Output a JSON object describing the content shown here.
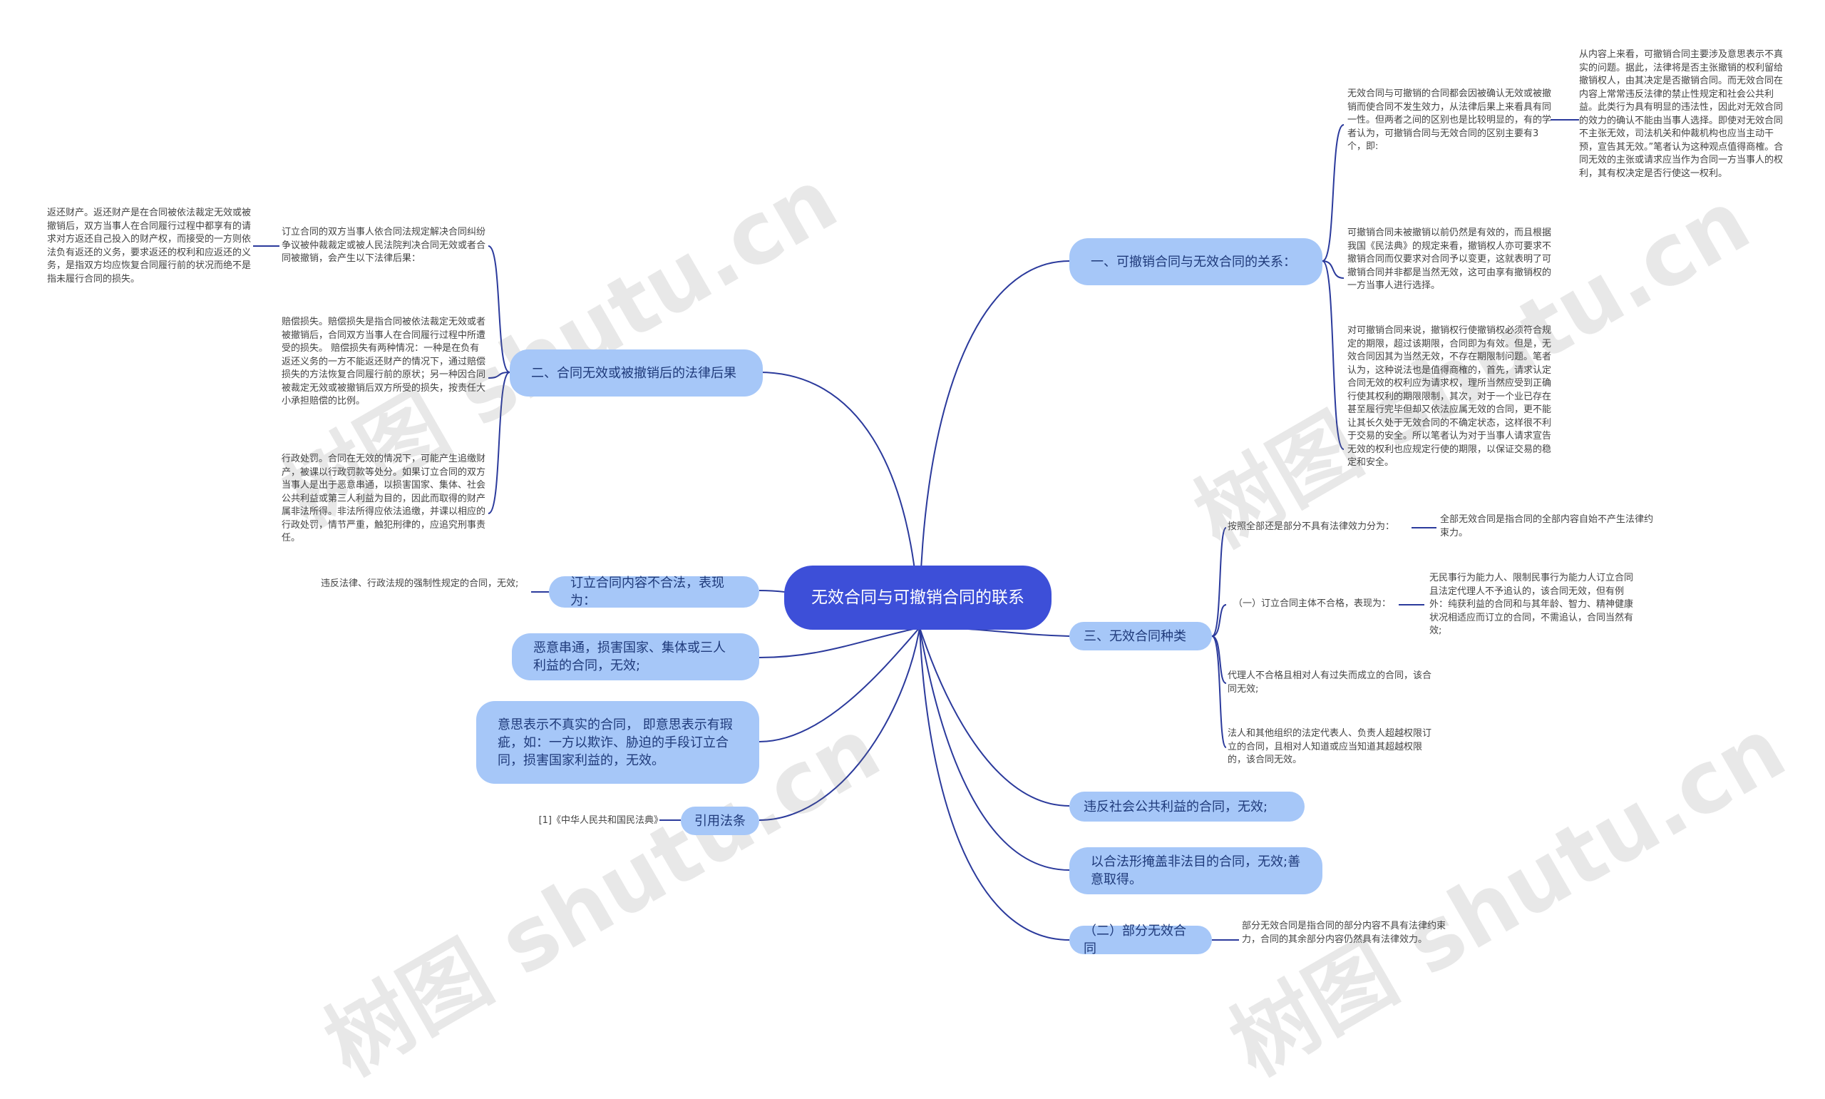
{
  "colors": {
    "root_fill": "#3d4fd8",
    "branch_fill": "#a6c7f8",
    "branch_text": "#1f3a7a",
    "connector": "#2b3a9c"
  },
  "root": {
    "label": "无效合同与可撤销合同的联系"
  },
  "branches": {
    "b1": {
      "label": "一、可撤销合同与无效合同的关系：",
      "leaves": [
        "无效合同与可撤销的合同都会因被确认无效或被撤销而使合同不发生效力，从法律后果上来看具有同一性。但两者之间的区别也是比较明显的，有的学者认为，可撤销合同与无效合同的区别主要有3个，即:",
        "可撤销合同未被撤销以前仍然是有效的，而且根据我国《民法典》的规定来看，撤销权人亦可要求不撤销合同而仅要求对合同予以变更，这就表明了可撤销合同并非都是当然无效，这可由享有撤销权的一方当事人进行选择。",
        "对可撤销合同来说，撤销权行使撤销权必须符合规定的期限，超过该期限，合同即为有效。但是，无效合同因其为当然无效，不存在期限制问题。笔者认为，这种说法也是值得商榷的，首先，请求认定合同无效的权利应为请求权，理所当然应受到正确行使其权利的期限限制，其次，对于一个业已存在甚至履行完毕但却又依法应属无效的合同，更不能让其长久处于无效合同的不确定状态，这样很不利于交易的安全。所以笔者认为对于当事人请求宣告无效的权利也应规定行使的期限，以保证交易的稳定和安全。"
      ],
      "sub_leaf": "从内容上来看，可撤销合同主要涉及意思表示不真实的问题。据此，法律将是否主张撤销的权利留给撤销权人，由其决定是否撤销合同。而无效合同在内容上常常违反法律的禁止性规定和社会公共利益。此类行为具有明显的违法性，因此对无效合同的效力的确认不能由当事人选择。即使对无效合同不主张无效，司法机关和仲裁机构也应当主动干预，宣告其无效。”笔者认为这种观点值得商榷。合同无效的主张或请求应当作为合同一方当事人的权利，其有权决定是否行使这一权利。"
    },
    "b2": {
      "label": "二、合同无效或被撤销后的法律后果",
      "leaves": [
        "订立合同的双方当事人依合同法规定解决合同纠纷争议被仲裁裁定或被人民法院判决合同无效或者合同被撤销，会产生以下法律后果：",
        "赔偿损失。赔偿损失是指合同被依法裁定无效或者被撤销后，合同双方当事人在合同履行过程中所遭受的损失。 赔偿损失有两种情况：一种是在负有返还义务的一方不能返还财产的情况下，通过赔偿损失的方法恢复合同履行前的原状；另一种因合同被裁定无效或被撤销后双方所受的损失，按责任大小承担赔偿的比例。",
        "行政处罚。合同在无效的情况下，可能产生追缴财产，被课以行政罚款等处分。如果订立合同的双方当事人是出于恶意串通，以损害国家、集体、社会公共利益或第三人利益为目的，因此而取得的财产属非法所得。非法所得应依法追缴，并课以相应的行政处罚，情节严重，触犯刑律的，应追究刑事责任。"
      ],
      "sub_leaf": "返还财产。返还财产是在合同被依法裁定无效或被撤销后，双方当事人在合同履行过程中都享有的请求对方返还自己投入的财产权，而接受的一方则依法负有返还的义务，要求返还的权利和应返还的义务，是指双方均应恢复合同履行前的状况而绝不是指未履行合同的损失。"
    },
    "b_illegal": {
      "label": "订立合同内容不合法，表现为：",
      "leaf": "违反法律、行政法规的强制性规定的合同，无效;"
    },
    "b_collusion": {
      "label": "恶意串通，损害国家、集体或三人利益的合同，无效;"
    },
    "b_intent": {
      "label": "意思表示不真实的合同， 即意思表示有瑕疵，如：一方以欺诈、胁迫的手段订立合同，损害国家利益的，无效。"
    },
    "b_law": {
      "label": "引用法条",
      "leaf": "[1]《中华人民共和国民法典》"
    },
    "b3": {
      "label": "三、无效合同种类",
      "sub1": {
        "label": "按照全部还是部分不具有法律效力分为：",
        "leaf": "全部无效合同是指合同的全部内容自始不产生法律约束力。"
      },
      "sub2": {
        "label": "（一）订立合同主体不合格，表现为：",
        "leaf": "无民事行为能力人、限制民事行为能力人订立合同且法定代理人不予追认的，该合同无效，但有例外：纯获利益的合同和与其年龄、智力、精神健康状况相适应而订立的合同，不需追认，合同当然有效;"
      },
      "leaves": [
        "代理人不合格且相对人有过失而成立的合同，该合同无效;",
        "法人和其他组织的法定代表人、负责人超越权限订立的合同，且相对人知道或应当知道其超越权限的，该合同无效。"
      ]
    },
    "b_public": {
      "label": "违反社会公共利益的合同，无效;"
    },
    "b_cover": {
      "label": "以合法形掩盖非法目的合同，无效;善意取得。"
    },
    "b_partial": {
      "label": "（二）部分无效合同",
      "leaf": "部分无效合同是指合同的部分内容不具有法律约束力，合同的其余部分内容仍然具有法律效力。"
    }
  },
  "watermark": "树图 shutu.cn"
}
